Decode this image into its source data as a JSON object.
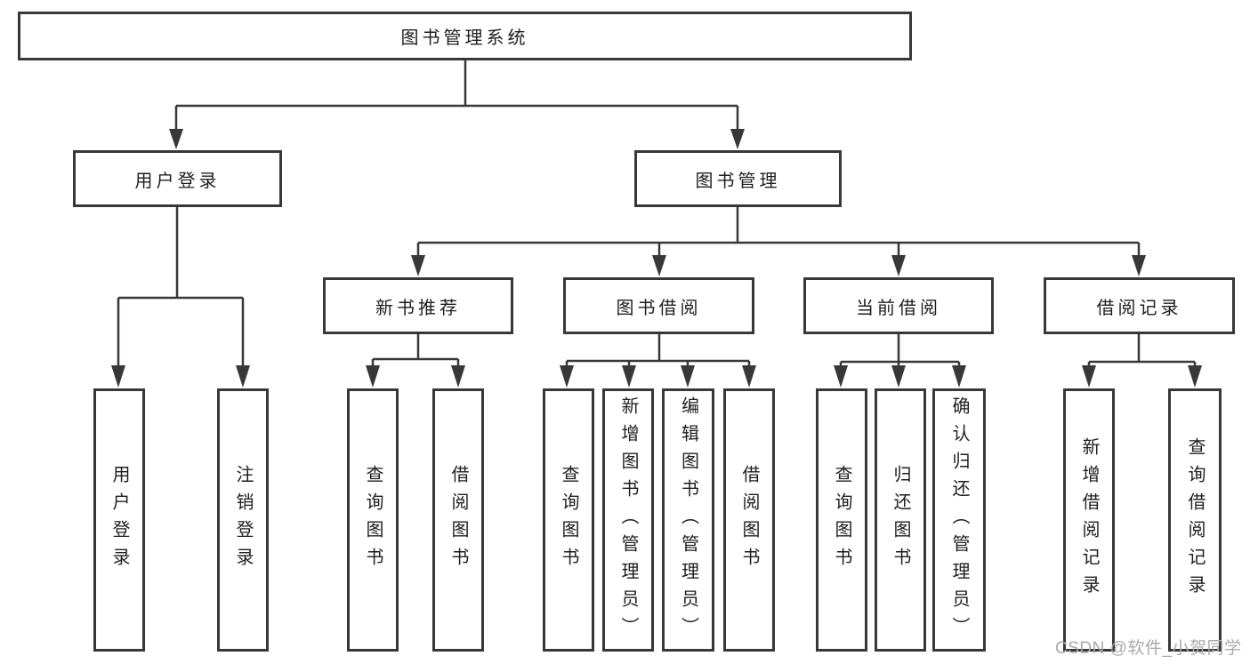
{
  "diagram": {
    "root": {
      "label": "图书管理系统"
    },
    "level2": [
      {
        "id": "user-login",
        "label": "用户登录"
      },
      {
        "id": "book-management",
        "label": "图书管理"
      }
    ],
    "level3": [
      {
        "id": "new-book-recommend",
        "label": "新书推荐",
        "parent": "图书管理"
      },
      {
        "id": "book-borrow",
        "label": "图书借阅",
        "parent": "图书管理"
      },
      {
        "id": "current-borrow",
        "label": "当前借阅",
        "parent": "图书管理"
      },
      {
        "id": "borrow-record",
        "label": "借阅记录",
        "parent": "图书管理"
      }
    ],
    "leaves": [
      {
        "id": "leaf-user-login",
        "label": "用户登录",
        "parent": "用户登录"
      },
      {
        "id": "leaf-logout",
        "label": "注销登录",
        "parent": "用户登录"
      },
      {
        "id": "leaf-query-books-recommend",
        "label": "查询图书",
        "parent": "新书推荐"
      },
      {
        "id": "leaf-borrow-books-recommend",
        "label": "借阅图书",
        "parent": "新书推荐"
      },
      {
        "id": "leaf-query-books-borrow",
        "label": "查询图书",
        "parent": "图书借阅"
      },
      {
        "id": "leaf-add-books-admin",
        "label": "新增图书（管理员）",
        "parent": "图书借阅"
      },
      {
        "id": "leaf-edit-books-admin",
        "label": "编辑图书（管理员）",
        "parent": "图书借阅"
      },
      {
        "id": "leaf-borrow-books",
        "label": "借阅图书",
        "parent": "图书借阅"
      },
      {
        "id": "leaf-query-books-current",
        "label": "查询图书",
        "parent": "当前借阅"
      },
      {
        "id": "leaf-return-books",
        "label": "归还图书",
        "parent": "当前借阅"
      },
      {
        "id": "leaf-confirm-return-admin",
        "label": "确认归还（管理员）",
        "parent": "当前借阅"
      },
      {
        "id": "leaf-add-borrow-record",
        "label": "新增借阅记录",
        "parent": "借阅记录"
      },
      {
        "id": "leaf-query-borrow-record",
        "label": "查询借阅记录",
        "parent": "借阅记录"
      }
    ],
    "watermark": "CSDN @软件_小贺同学",
    "colors": {
      "line": "#383838",
      "text": "#1e1e1e",
      "background": "#ffffff",
      "watermark": "#a9a9ad"
    }
  }
}
